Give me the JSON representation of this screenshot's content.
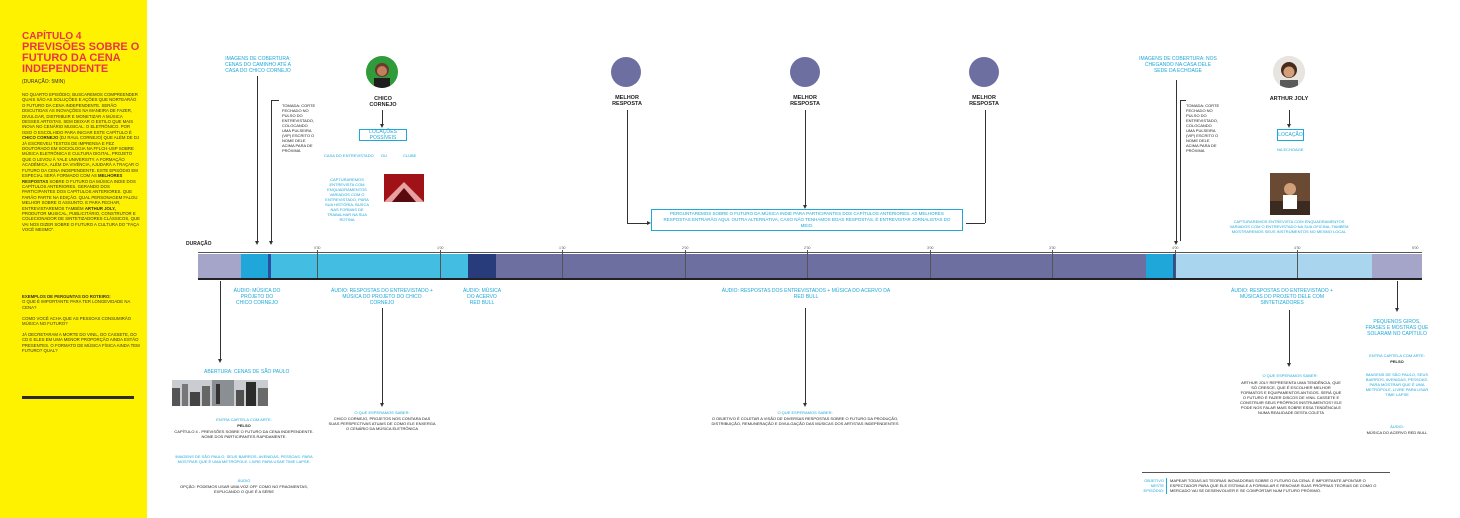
{
  "sidebar": {
    "chapter": "CAPÍTULO 4",
    "title": "PREVISÕES SOBRE O FUTURO DA CENA INDEPENDENTE",
    "duration": "(DURAÇÃO: 5MIN)",
    "intro_p1": "NO QUARTO EPISÓDIO, BUSCAREMOS COMPREENDER QUAIS SÃO AS SOLUÇÕES E AÇÕES QUE NORTEARÃO O FUTURO DA CENA INDEPENDENTE. SERÃO DISCUTIDAS AS INOVAÇÕES NA MANEIRA DE FAZER, DIVULGAR, DISTRIBUIR E MONETIZAR A MÚSICA DESSES ARTISTAS. SEM DEIXAR O ESTILO QUE MAIS INOVA NO CENÁRIO MUSICAL: O ELETRÔNICO. POR ISSO O ESCOLHIDO PARA INICIAR ESTE CAPÍTULO É",
    "intro_name1": "CHICO CORNEJO",
    "intro_p2": "(DJ RAUL CORNEJO) QUE ALÉM DE DJ JÁ ESCREVEU TEXTOS DE IMPRENSA E FEZ DOUTORADO EM SOCIOLOGIA NA FFLCH-USP SOBRE MÚSICA ELETRÔNICA E CULTURA DIGITAL, PROJETO QUE O LEVOU À YALE UNIVERSITY. A FORMAÇÃO ACADÊMICA, ALÉM DA VIVÊNCIA, AJUDARÁ A TRAÇAR O FUTURO DA CENA INDEPENDENTE. ESTE EPISÓDIO EM ESPECIAL SERÁ FORMADO COM AS",
    "intro_name2": "MELHORES RESPOSTAS",
    "intro_p3": "SOBRE O FUTURO DA MÚSICA INDIE DOS CAPÍTULOS ANTERIORES. GERANDO DOS PARTICIPANTES DOS CAPÍTULOS ANTERIORES. QUE FARÃO PARTE NA EDIÇÃO. QUAL PERSONAGEM FALOU MELHOR SOBRE O ASSUNTO. E PARA FECHAR, ENTREVISTAREMOS TAMBÉM",
    "intro_name3": "ARTHUR JOLY,",
    "intro_p4": "PRODUTOR MUSICAL, PUBLICITÁRIO, CONSTRUTOR E COLECIONADOR DE SINTETIZADORES CLÁSSICOS, QUE VAI NOS DIZER SOBRE O FUTURO A CULTURA DO \"FAÇA VOCÊ MESMO\".",
    "questions_title": "EXEMPLOS DE PERGUNTAS DO ROTEIRO:",
    "q1": "O QUE É IMPORTANTE PARA TER LONGEVIDADE NA CENA?",
    "q2": "COMO VOCÊ ACHA QUE AS PESSOAS CONSUMIRÃO MÚSICA NO FUTURO?",
    "q3": "JÁ DECRETARAM A MORTE DO VINIL, DO CASSETE, DO CD E ELES EM UMA MENOR PROPORÇÃO AINDA ESTÃO PRESENTES. O FORMATO DE MÚSICA FÍSICA AINDA TEM FUTURO? QUAL?"
  },
  "top": {
    "images_cover": "IMAGENS DE COBERTURA: CENAS DO CAMINHO ATÉ A CASA DO CHICO CORNEJO",
    "chico_name": "CHICO CORNEJO",
    "shoot_note_1": "TOMADA: CORTE FECHADO NO PULSO DO ENTREVISTADO, COLOCANDO UMA PULSEIRA (VIP) ESCRITO O NOME DELE ACIMA PARA DE PRÓXIMA",
    "locations_box": "LOCAÇÕES POSSÍVEIS",
    "loc1": "CASA DO ENTREVISTADO",
    "loc2": "OU",
    "loc3": "CLUBE",
    "loc_caption": "CAPTURAREMOS ENTREVISTA COM ENQUADRAMENTOS VARIADOS COM O ENTREVISTADO, PARA SUA HISTÓRIA, BUSCA NAS FORMAS DE TRABALHAR NA SUA ROTINA",
    "best1": "MELHOR RESPOSTA",
    "best2": "MELHOR RESPOSTA",
    "best3": "MELHOR RESPOSTA",
    "best_box": "PERGUNTAREMOS SOBRE O FUTURO DA MÚSICA INDIE PARA PARTICIPANTES DOS CAPÍTULOS ANTERIORES. AS MELHORES RESPOSTAS ENTRARÃO AQUI. OUTRA ALTERNATIVA, CASO NÃO TENHAMOS BOAS RESPOSTAS, É ENTREVISTAR JORNALISTAS DO MEIO.",
    "images_cover2": "IMAGENS DE COBERTURA: NOS CHEGANDO NA CASA DELE SEDE DA ECHOAGE",
    "arthur_name": "ARTHUR JOLY",
    "shoot_note_2": "TOMADA: CORTE FECHADO NO PULSO DO ENTREVISTADO, COLOCANDO UMA PULSEIRA (VIP) ESCRITO O NOME DELE ACIMA PARA DE PRÓXIMA",
    "location_box2": "LOCAÇÃO",
    "loc_echoage": "NA ECHOAGE",
    "arthur_caption": "CAPTURAREMOS ENTREVISTA COM ENQUADRAMENTOS VARIADOS COM O ENTREVISTADO NA SUA OFICINA, TAMBÉM MOSTRAREMOS SEUS INSTRUMENTOS NO MESMO LOCAL"
  },
  "timeline": {
    "label": "DURAÇÃO",
    "ticks": [
      "0'30",
      "1'00",
      "1'30",
      "2'00",
      "2'30",
      "3'00",
      "3'30",
      "4'00",
      "4'30",
      "5'00"
    ]
  },
  "bottom": {
    "audio1": "ÁUDIO: MÚSICA DO PRÓJETO DO CHICO CORNEJO",
    "audio2": "ÁUDIO: RESPOSTAS DO ENTREVISTADO + MÚSICA DO PROJETO DO CHICO CORNEJO",
    "audio3": "ÁUDIO: MÚSICA DO ACERVO RED BULL",
    "audio4": "ÁUDIO: RESPOSTAS DOS ENTREVISTADOS + MÚSICA DO ACERVO DA RED BULL",
    "audio5": "ÁUDIO: RESPOSTAS DO ENTREVISTADO + MÚSICAS DO PROJETO DELE COM SINTETIZADORES",
    "opening_title": "ABERTURA: CENAS DE SÃO PAULO",
    "opening_lettering_title": "ENTRA CARTELA COM ARTE:",
    "opening_lettering_1": "PELSO",
    "opening_lettering_2": "CAPÍTULO 4 - PREVISÕES SOBRE O FUTURO DA CENA INDEPENDENTE. NOME DOS PARTICIPANTES RAPIDAMENTE.",
    "opening_images": "IMAGENS DE SÃO PAULO, SEUS BAIRROS, AVENIDAS, PESSOAS. PARA MOSTRAR QUE É UMA METRÓPOLE. LIVRE PARA USAR TIME LAPSE.",
    "opening_audio_title": "ÁUDIO",
    "opening_audio": "OPÇÃO: PODEMOS USAR UMA VOZ OFF COMO NO FRAGMENTAS, EXPLICANDO O QUE É A SÉRIE",
    "expect1_title": "O QUE ESPERAMOS SABER:",
    "expect1": "CHICO CORNEJO, PROJETOS NOS CONTARA DAS SUAS PERSPECTIVAS ATUAIS DE COMO ELE ENXERGA O CENÁRIO DA MÚSICA ELETRÔNICA",
    "expect2_title": "O QUE ESPERAMOS SABER:",
    "expect2": "O OBJETIVO É COLETAR A VISÃO DE DIVERSAS RESPOSTAS SOBRE O FUTURO DA PRODUÇÃO, DISTRIBUIÇÃO, REMUNERAÇÃO E DIVULGAÇÃO DAS MÚSICAS DOS ARTISTAS INDEPENDENTES",
    "expect3_title": "O QUE ESPERAMOS SABER:",
    "expect3": "ARTHUR JOLY REPRESENTA UMA TENDÊNCIA, QUE SÓ CRESCE, QUE É ESCOLHER MELHOR FORMATOS E EQUIPAMENTOS ANTIGOS. SERÁ QUE O FUTURO É FAZER DISCOS DE VINIL CASSETE E CONSTRUIR SEUS PRÓPRIOS INSTRUMENTOS? ELE PODE NOS FALAR MAIS SOBRE ESSA TENDÊNCIA E NUMA REALIDADE DESTA COLETA",
    "end_title": "PEQUENOS GIROS, FRASES E MOSTRAS QUE SOLARAM NO CAPÍTULO",
    "end_lettering_title": "ENTRA CARTELA COM ARTE:",
    "end_lettering_1": "PELSO",
    "end_images": "IMAGENS DE SÃO PAULO, SEUS BAIRROS, AVENIDAS, PESSOAS. PARA MOSTRAR QUE É UMA METRÓPOLE. LIVRE PARA USAR TIME LAPSE",
    "end_audio_title": "ÁUDIO:",
    "end_audio": "MÚSICA DO ACERVO RED BULL",
    "objective_label_1": "OBJETIVO",
    "objective_label_2": "NESTE",
    "objective_label_3": "EPISÓDIO:",
    "objective_text": "MAPEAR TODAS AS TEORIAS INOVADORAS SOBRE O FUTURO DA CENA. É IMPORTANTE APONTAR O ESPECTADOR PARA QUE ELE ESTIMULE A FORMULAR E RENOVAR SUAS PRÓPRIAS TEORIAS DE COMO O MERCADO VAI SE DESENVOLVER E SE COMPORTAR NUM FUTURO PRÓXIMO."
  },
  "colors": {
    "sidebar": "#fff200",
    "accent_red": "#e8344e",
    "accent_cyan": "#1ea7d8",
    "lavender": "#6e6fa1",
    "pale_blue": "#a9d6ee"
  }
}
